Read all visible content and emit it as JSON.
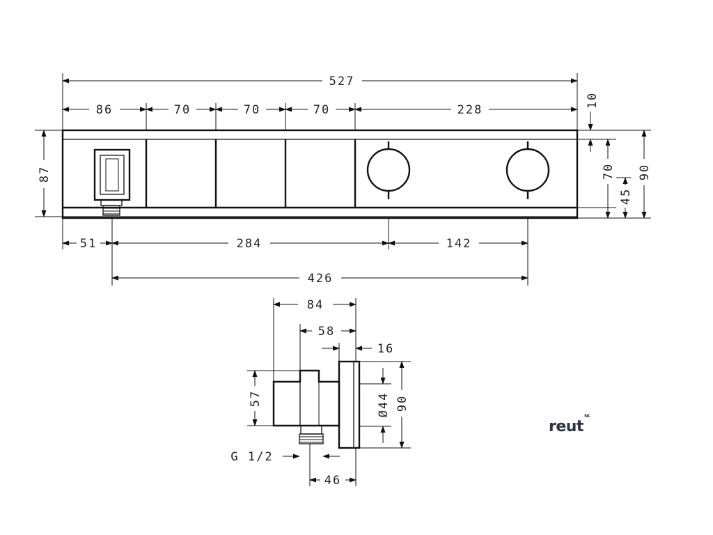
{
  "dimensions": {
    "overall_width": "527",
    "seg_86": "86",
    "seg_70_a": "70",
    "seg_70_b": "70",
    "seg_70_c": "70",
    "seg_228": "228",
    "top_10": "10",
    "left_87": "87",
    "right_70": "70",
    "right_45": "45",
    "right_90": "90",
    "bottom_51": "51",
    "bottom_284": "284",
    "bottom_142": "142",
    "bottom_426": "426",
    "side_84": "84",
    "side_58": "58",
    "side_16": "16",
    "side_57": "57",
    "side_dia44": "Ø44",
    "side_90": "90",
    "side_thread": "G 1/2",
    "side_46": "46"
  },
  "brand": {
    "name": "reut",
    "sup": "SK"
  }
}
